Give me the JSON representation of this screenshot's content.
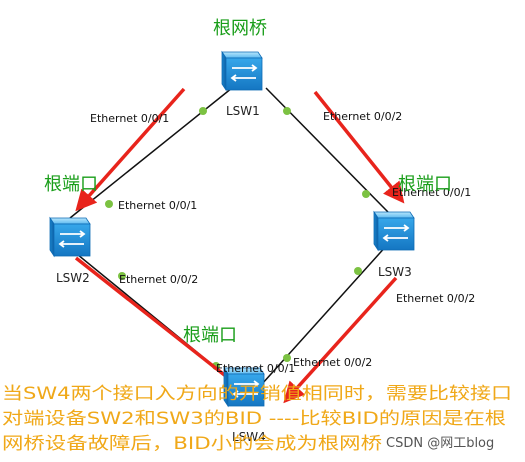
{
  "title": "根网桥",
  "switches": [
    {
      "id": "sw1",
      "name": "LSW1"
    },
    {
      "id": "sw2",
      "name": "LSW2"
    },
    {
      "id": "sw3",
      "name": "LSW3"
    },
    {
      "id": "sw4",
      "name": "LSW4"
    }
  ],
  "ports": {
    "sw1_left": "Ethernet 0/0/1",
    "sw1_right": "Ethernet 0/0/2",
    "sw2_top": "Ethernet 0/0/1",
    "sw2_bottom": "Ethernet 0/0/2",
    "sw3_top": "Ethernet 0/0/1",
    "sw3_bottom": "Ethernet 0/0/2",
    "sw4_left": "Ethernet 0/0/1",
    "sw4_right": "Ethernet 0/0/2"
  },
  "root_port_labels": {
    "sw2": "根端口",
    "sw3": "根端口",
    "sw4": "根端口"
  },
  "note_lines": [
    "当SW4两个接口入方向的开销值相同时，需要比较接口",
    "对端设备SW2和SW3的BID ----比较BID的原因是在根",
    "网桥设备故障后，BID小的会成为根网桥"
  ],
  "watermark": "CSDN @网工blog",
  "colors": {
    "link": "#111111",
    "port_dot": "#7cc242",
    "arrow": "#e8241c",
    "green_text": "#1a9e1a",
    "note_text": "#f0a818",
    "switch_body": "#1c8fd6",
    "switch_top": "#8cd2f8"
  }
}
